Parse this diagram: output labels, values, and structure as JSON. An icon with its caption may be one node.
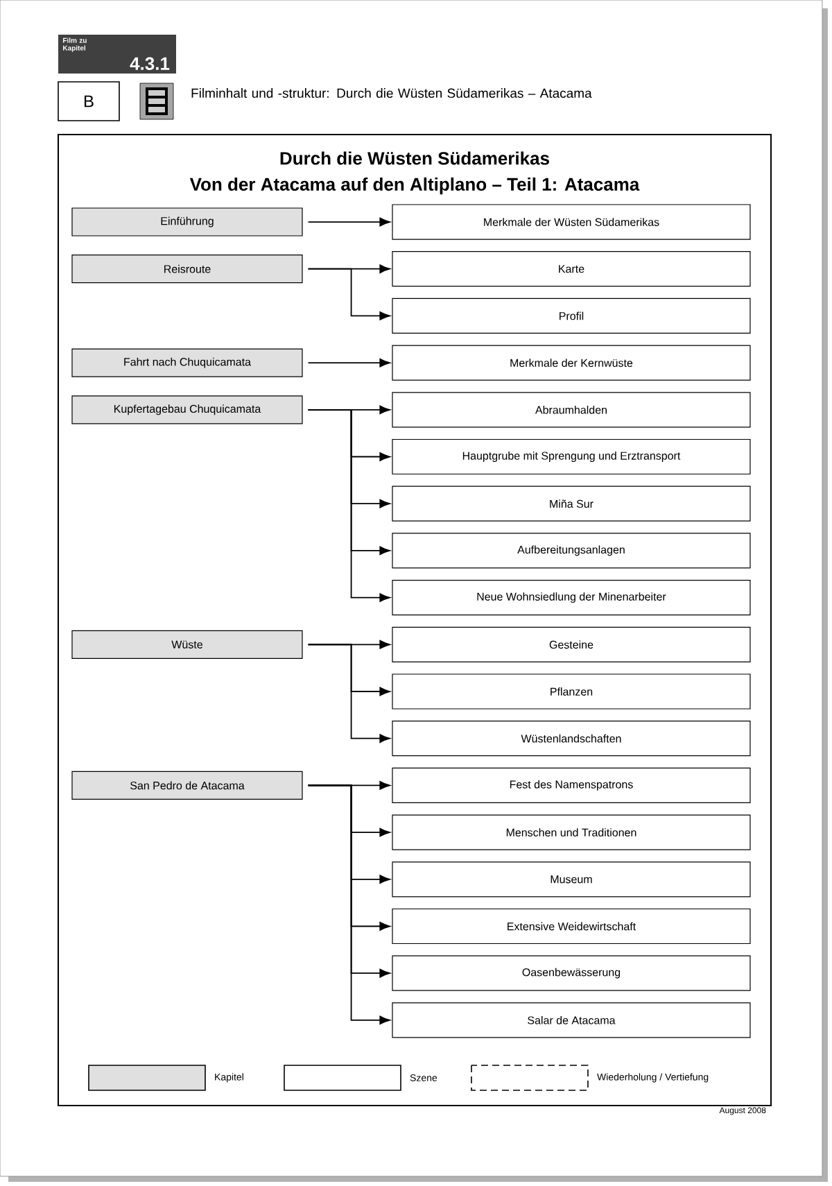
{
  "diagram": {
    "nodes": [
      {
        "text": [
          "Film zu Kapitel",
          "4.3.1"
        ]
      },
      {
        "text": [
          "B"
        ]
      },
      {
        "text": [
          "Durch die Wüsten Südamerikas",
          "Von der Atacama auf den Altiplano – Teil 1: Atacama"
        ]
      },
      {
        "text": [
          "Einführung"
        ],
        "in": 2
      },
      {
        "text": [
          "Merkmale der Wüsten Südamerikas"
        ],
        "in": 2
      },
      {
        "text": [
          "Reisroute"
        ],
        "in": 2
      },
      {
        "text": [
          "Karte"
        ],
        "in": 2
      },
      {
        "text": [
          "Profil"
        ],
        "in": 2
      },
      {
        "text": [
          "Fahrt nach Chuquicamata"
        ],
        "in": 2
      },
      {
        "text": [
          "Merkmale der Kernwüste"
        ],
        "in": 2
      },
      {
        "text": [
          "Kupfertagebau Chuquicamata"
        ],
        "in": 2
      },
      {
        "text": [
          "Abraumhalden"
        ],
        "in": 2
      },
      {
        "text": [
          "Hauptgrube mit Sprengung und Erztransport"
        ],
        "in": 2
      },
      {
        "text": [
          "Miña Sur"
        ],
        "in": 2
      },
      {
        "text": [
          "Aufbereitungsanlagen"
        ],
        "in": 2
      },
      {
        "text": [
          "Neue Wohnsiedlung der Minenarbeiter"
        ],
        "in": 2
      },
      {
        "text": [
          "Wüste"
        ],
        "in": 2
      },
      {
        "text": [
          "Gesteine"
        ],
        "in": 2
      },
      {
        "text": [
          "Pflanzen"
        ],
        "in": 2
      },
      {
        "text": [
          "Wüstenlandschaften"
        ],
        "in": 2
      },
      {
        "text": [
          "San Pedro de Atacama"
        ],
        "in": 2
      },
      {
        "text": [
          "Fest des Namenspatrons"
        ],
        "in": 2
      },
      {
        "text": [
          "Menschen und Traditionen"
        ],
        "in": 2
      },
      {
        "text": [
          "Museum"
        ],
        "in": 2
      },
      {
        "text": [
          "Extensive Weidewirtschaft"
        ],
        "in": 2
      },
      {
        "text": [
          "Oasenbewässerung"
        ],
        "in": 2
      },
      {
        "text": [
          "Salar de Atacama"
        ],
        "in": 2
      }
    ],
    "edges": [
      {
        "from": 3,
        "to": 4,
        "arrow": "to"
      },
      {
        "from": 5,
        "to": 6,
        "arrow": "to"
      },
      {
        "from": 5,
        "to": 7,
        "arrow": "to"
      },
      {
        "from": 8,
        "to": 9,
        "arrow": "to"
      },
      {
        "from": 10,
        "to": 11,
        "arrow": "to"
      },
      {
        "from": 10,
        "to": 12,
        "arrow": "to"
      },
      {
        "from": 10,
        "to": 13,
        "arrow": "to"
      },
      {
        "from": 10,
        "to": 14,
        "arrow": "to"
      },
      {
        "from": 10,
        "to": 15,
        "arrow": "to"
      },
      {
        "from": 16,
        "to": 17,
        "arrow": "to"
      },
      {
        "from": 16,
        "to": 18,
        "arrow": "to"
      },
      {
        "from": 16,
        "to": 19,
        "arrow": "to"
      },
      {
        "from": 20,
        "to": 21,
        "arrow": "to"
      },
      {
        "from": 20,
        "to": 22,
        "arrow": "to"
      },
      {
        "from": 20,
        "to": 23,
        "arrow": "to"
      },
      {
        "from": 20,
        "to": 24,
        "arrow": "to"
      },
      {
        "from": 20,
        "to": 25,
        "arrow": "to"
      },
      {
        "from": 20,
        "to": 26,
        "arrow": "to"
      }
    ],
    "labels": [
      "Filminhalt und -struktur: Durch die Wüsten Südamerikas – Atacama",
      "August 2008"
    ],
    "legend": [
      {
        "text": "Kapitel",
        "color": "#e0e0e0"
      },
      {
        "text": "Szene"
      },
      {
        "text": "Wiederholung / Vertiefung"
      }
    ]
  }
}
